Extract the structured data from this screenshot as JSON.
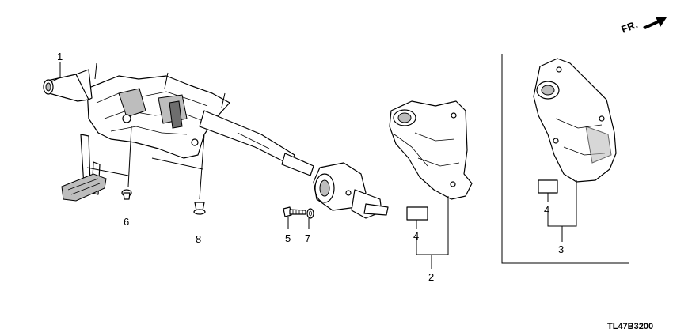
{
  "direction_marker": {
    "text": "FR.",
    "icon": "arrow-right-icon"
  },
  "diagram_code": "TL47B3200",
  "callouts": {
    "c1": "1",
    "c2": "2",
    "c3": "3",
    "c4a": "4",
    "c4b": "4",
    "c5": "5",
    "c6": "6",
    "c7": "7",
    "c8": "8"
  },
  "colors": {
    "line": "#000000",
    "shade": "#bdbdbd",
    "dark": "#6e6e6e",
    "background": "#ffffff"
  }
}
